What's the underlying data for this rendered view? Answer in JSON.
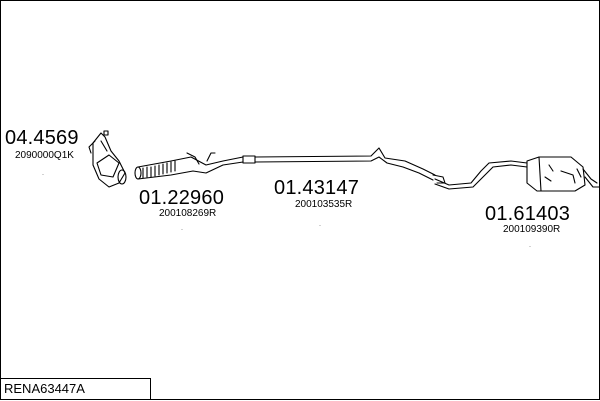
{
  "diagram": {
    "code": "RENA63447A",
    "parts": [
      {
        "number": "04.4569",
        "ref": "2090000Q1K"
      },
      {
        "number": "01.22960",
        "ref": "200108269R"
      },
      {
        "number": "01.43147",
        "ref": "200103535R"
      },
      {
        "number": "01.61403",
        "ref": "200109390R"
      }
    ]
  },
  "colors": {
    "line": "#000000",
    "background": "#ffffff"
  }
}
